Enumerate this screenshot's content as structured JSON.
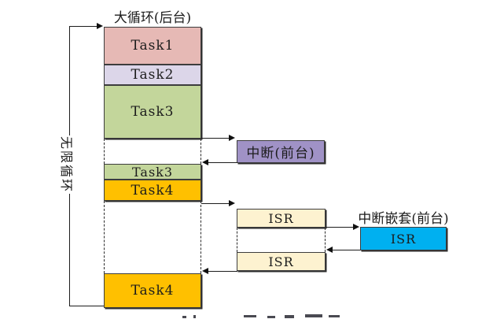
{
  "diagram": {
    "title": "大循环(后台)",
    "infinite_loop_label": "无限循环",
    "background_tasks": [
      {
        "label": "Task1",
        "color": "#e6b9b5"
      },
      {
        "label": "Task2",
        "color": "#dcd6e9"
      },
      {
        "label": "Task3",
        "color": "#c3d69b"
      },
      {
        "label": "Task3",
        "color": "#c3d69b"
      },
      {
        "label": "Task4",
        "color": "#ffc000"
      },
      {
        "label": "Task4",
        "color": "#ffc000"
      }
    ],
    "interrupt_box": {
      "label": "中断(前台)",
      "color": "#a092c6"
    },
    "isr_boxes": [
      {
        "label": "ISR",
        "color": "#fdf2d0"
      },
      {
        "label": "ISR",
        "color": "#fdf2d0"
      }
    ],
    "nested_interrupt_label": "中断嵌套(前台)",
    "nested_isr": {
      "label": "ISR",
      "color": "#00b0f0"
    },
    "line_color": "#1c1c1c"
  }
}
